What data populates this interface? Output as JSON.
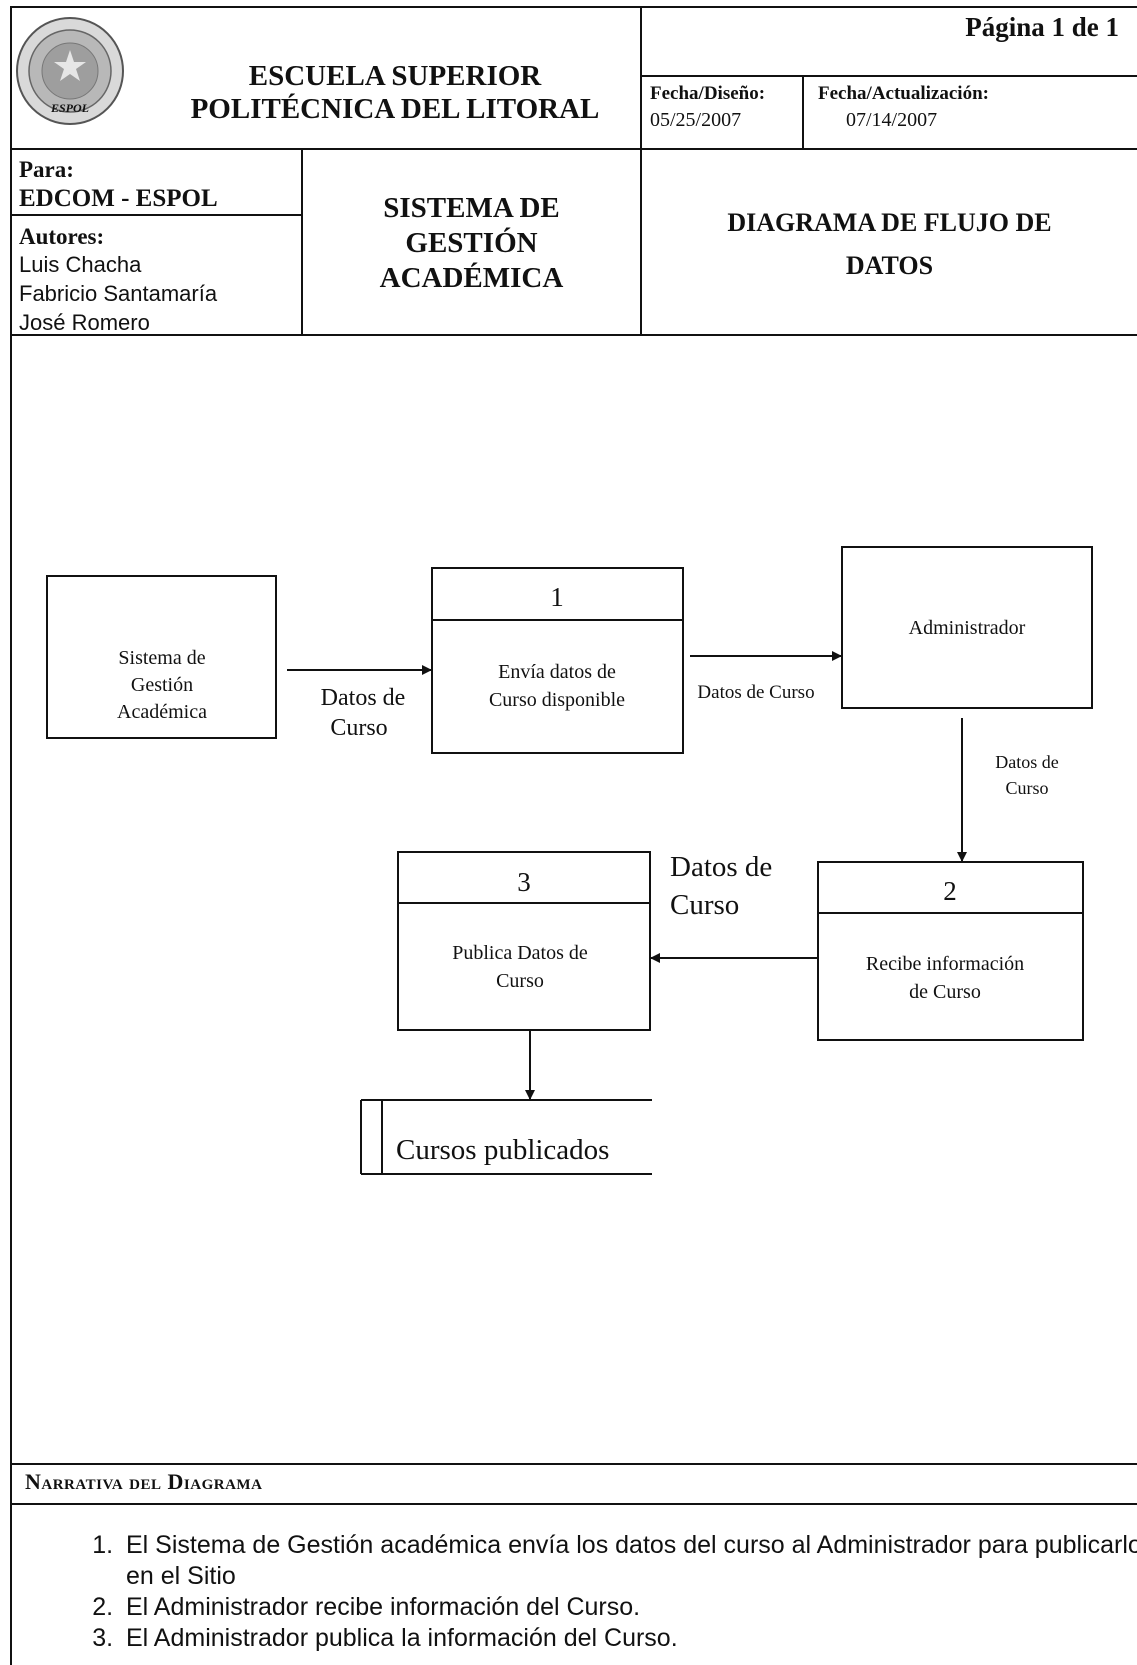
{
  "header": {
    "page_label": "Página 1 de 1",
    "institution_line1": "ESCUELA SUPERIOR",
    "institution_line2": "POLITÉCNICA DEL LITORAL",
    "logo_label": "ESPOL",
    "fecha_diseno_label": "Fecha/Diseño:",
    "fecha_diseno_value": "05/25/2007",
    "fecha_actualizacion_label": "Fecha/Actualización:",
    "fecha_actualizacion_value": "07/14/2007",
    "para_label": "Para:",
    "para_value": "EDCOM - ESPOL",
    "autores_label": "Autores:",
    "autores": [
      "Luis Chacha",
      "Fabricio Santamaría",
      "José Romero"
    ],
    "system_line1": "SISTEMA DE",
    "system_line2": "GESTIÓN",
    "system_line3": "ACADÉMICA",
    "doc_type_line1": "DIAGRAMA DE FLUJO DE",
    "doc_type_line2": "DATOS"
  },
  "diagram": {
    "external_entities": [
      {
        "lines": [
          "Sistema de",
          "Gestión",
          "Académica"
        ]
      },
      {
        "lines": [
          "Administrador"
        ]
      }
    ],
    "processes": [
      {
        "number": "1",
        "lines": [
          "Envía datos de",
          "Curso disponible"
        ]
      },
      {
        "number": "2",
        "lines": [
          "Recibe información",
          "de Curso"
        ]
      },
      {
        "number": "3",
        "lines": [
          "Publica Datos de",
          "Curso"
        ]
      }
    ],
    "data_store": {
      "label": "Cursos publicados"
    },
    "flows": [
      {
        "lines": [
          "Datos de",
          "Curso"
        ]
      },
      {
        "lines": [
          "Datos de Curso"
        ]
      },
      {
        "lines": [
          "Datos de",
          "Curso"
        ]
      },
      {
        "lines": [
          "Datos de",
          "Curso"
        ]
      }
    ]
  },
  "narrative": {
    "title": "Narrativa del Diagrama",
    "items": [
      "El Sistema de Gestión académica envía los datos del curso al Administrador para publicarlos en el Sitio",
      "El Administrador recibe información del Curso.",
      "El Administrador publica la información del Curso."
    ]
  }
}
